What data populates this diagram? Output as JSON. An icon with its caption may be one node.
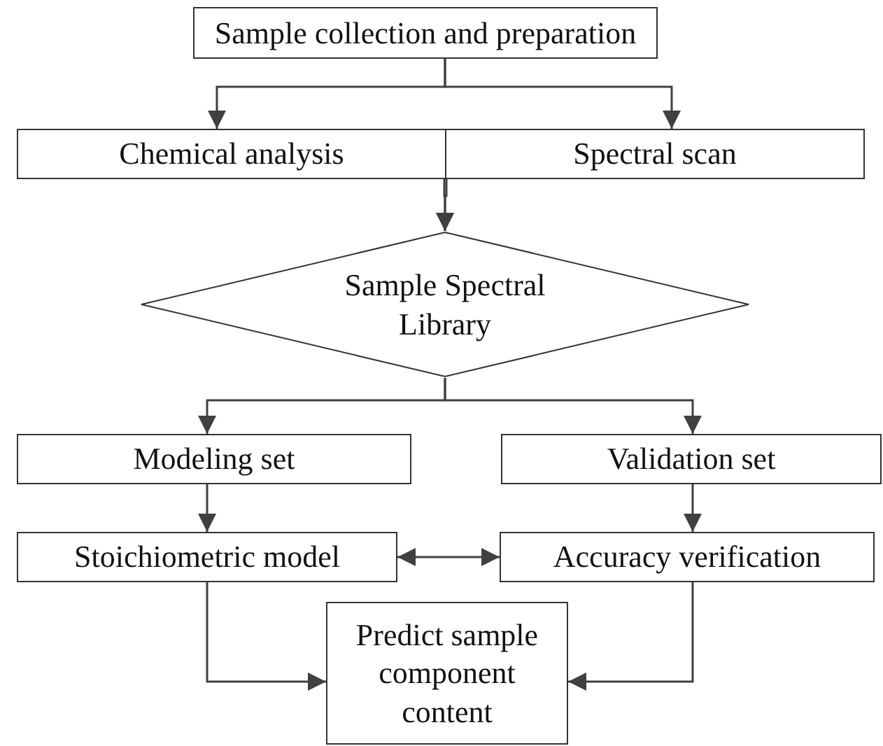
{
  "diagram": {
    "nodes": [
      {
        "text": [
          "Sample collection and preparation"
        ]
      },
      {
        "text": [
          "Chemical analysis"
        ]
      },
      {
        "text": [
          "Spectral scan"
        ]
      },
      {
        "text": [
          "Sample Spectral Library"
        ]
      },
      {
        "text": [
          "Modeling set"
        ]
      },
      {
        "text": [
          "Validation set"
        ]
      },
      {
        "text": [
          "Stoichiometric model"
        ]
      },
      {
        "text": [
          "Accuracy verification"
        ]
      },
      {
        "text": [
          "Predict sample component content"
        ]
      }
    ],
    "edges": [
      {
        "from": 0,
        "to": 1,
        "arrow": "to"
      },
      {
        "from": 0,
        "to": 2,
        "arrow": "to"
      },
      {
        "from": 1,
        "to": 3,
        "arrow": "to"
      },
      {
        "from": 2,
        "to": 3,
        "arrow": "to"
      },
      {
        "from": 3,
        "to": 4,
        "arrow": "to"
      },
      {
        "from": 3,
        "to": 5,
        "arrow": "to"
      },
      {
        "from": 4,
        "to": 6,
        "arrow": "to"
      },
      {
        "from": 5,
        "to": 7,
        "arrow": "to"
      },
      {
        "from": 6,
        "to": 7,
        "arrow": "both"
      },
      {
        "from": 6,
        "to": 8,
        "arrow": "to"
      },
      {
        "from": 7,
        "to": 8,
        "arrow": "to"
      }
    ]
  }
}
